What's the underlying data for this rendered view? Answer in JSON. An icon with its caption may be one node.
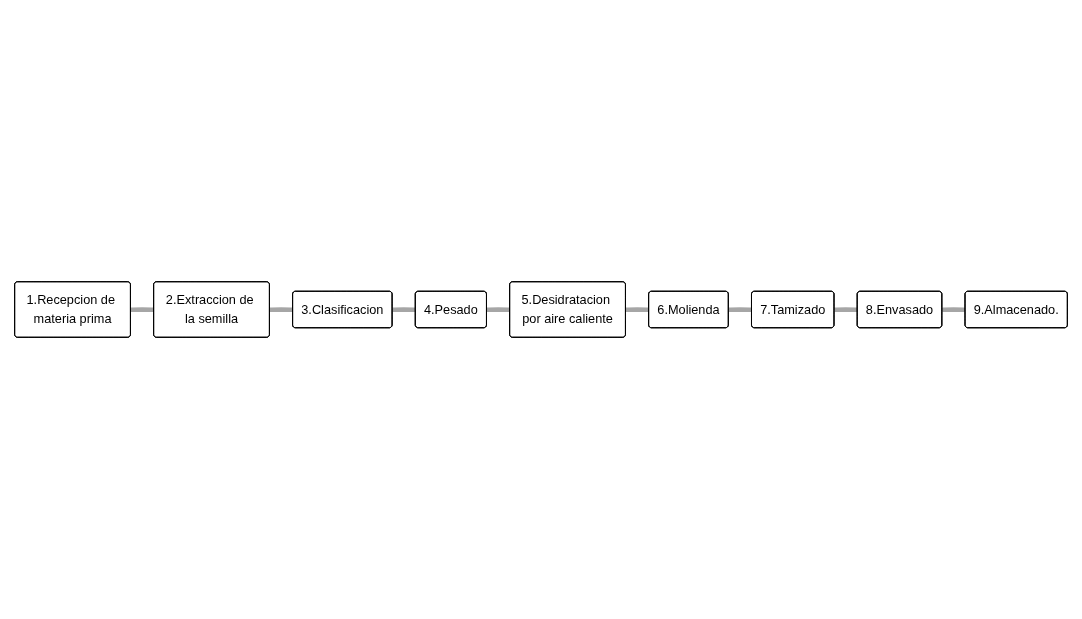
{
  "diagram": {
    "nodes": [
      {
        "text": [
          "1.Recepcion de materia prima"
        ]
      },
      {
        "text": [
          "2.Extraccion de la semilla"
        ]
      },
      {
        "text": [
          "3.Clasificacion"
        ]
      },
      {
        "text": [
          "4.Pesado"
        ]
      },
      {
        "text": [
          "5.Desidratacion por aire caliente"
        ]
      },
      {
        "text": [
          "6.Molienda"
        ]
      },
      {
        "text": [
          "7.Tamizado"
        ]
      },
      {
        "text": [
          "8.Envasado"
        ]
      },
      {
        "text": [
          "9.Almacenado."
        ]
      }
    ],
    "edges": [
      {
        "from": 0,
        "to": 1,
        "arrow": "none"
      },
      {
        "from": 1,
        "to": 2,
        "arrow": "none"
      },
      {
        "from": 2,
        "to": 3,
        "arrow": "none"
      },
      {
        "from": 3,
        "to": 4,
        "arrow": "none"
      },
      {
        "from": 4,
        "to": 5,
        "arrow": "none"
      },
      {
        "from": 5,
        "to": 6,
        "arrow": "none"
      },
      {
        "from": 6,
        "to": 7,
        "arrow": "none"
      },
      {
        "from": 7,
        "to": 8,
        "arrow": "none"
      }
    ]
  }
}
